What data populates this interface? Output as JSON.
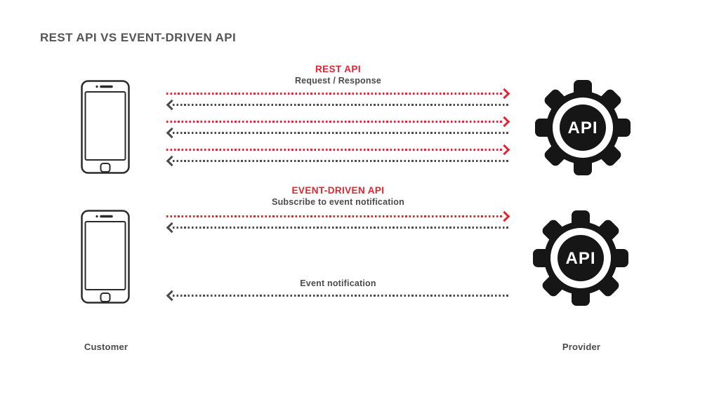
{
  "title": "REST API VS EVENT-DRIVEN API",
  "colors": {
    "red": "#e4232e",
    "dark": "#4b4b4d",
    "icon_black": "#161616"
  },
  "sections": {
    "rest": {
      "heading": "REST API",
      "subheading": "Request / Response",
      "arrows": [
        {
          "direction": "right",
          "color": "red"
        },
        {
          "direction": "left",
          "color": "dark"
        },
        {
          "direction": "right",
          "color": "red"
        },
        {
          "direction": "left",
          "color": "dark"
        },
        {
          "direction": "right",
          "color": "red"
        },
        {
          "direction": "left",
          "color": "dark"
        }
      ]
    },
    "event": {
      "heading": "EVENT-DRIVEN API",
      "subheading": "Subscribe to event notification",
      "arrows": [
        {
          "direction": "right",
          "color": "red"
        },
        {
          "direction": "left",
          "color": "dark"
        }
      ],
      "notification_label": "Event notification",
      "notification_arrows": [
        {
          "direction": "left",
          "color": "dark"
        }
      ]
    }
  },
  "actors": {
    "customer": "Customer",
    "provider": "Provider"
  },
  "provider_icon_label": "API"
}
